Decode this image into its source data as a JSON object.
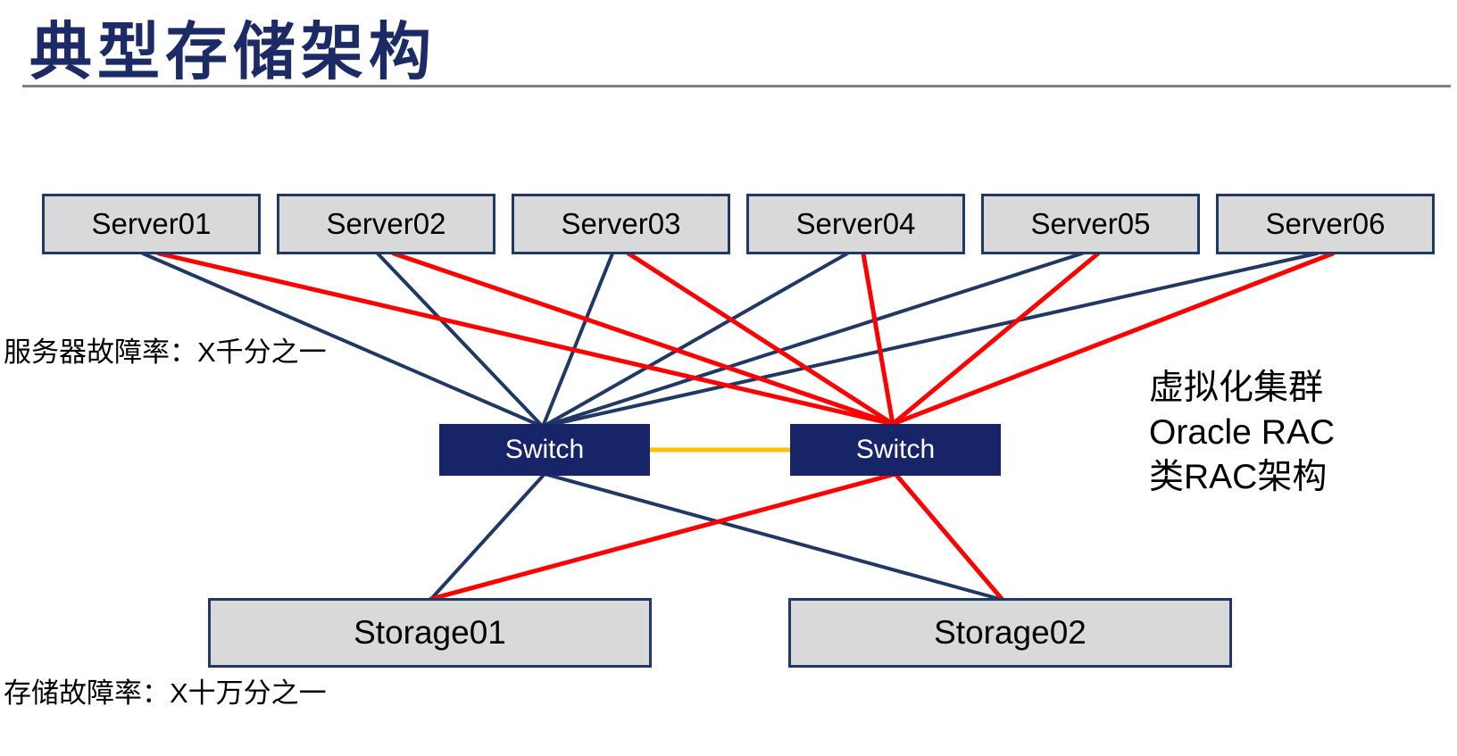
{
  "title": "典型存储架构",
  "colors": {
    "title": "#1C2A66",
    "divider": "#808080",
    "node_fill": "#D9D9D9",
    "node_border": "#1F3864",
    "switch_fill": "#172568",
    "switch_text": "#FFFFFF",
    "link_san_a": "#1F3864",
    "link_san_b": "#FF0000",
    "link_inter_switch": "#FFC000"
  },
  "diagram": {
    "servers": [
      {
        "label": "Server01"
      },
      {
        "label": "Server02"
      },
      {
        "label": "Server03"
      },
      {
        "label": "Server04"
      },
      {
        "label": "Server05"
      },
      {
        "label": "Server06"
      }
    ],
    "switches": [
      {
        "label": "Switch"
      },
      {
        "label": "Switch"
      }
    ],
    "storages": [
      {
        "label": "Storage01"
      },
      {
        "label": "Storage02"
      }
    ],
    "annotations": {
      "server_failure_rate": "服务器故障率：X千分之一",
      "storage_failure_rate": "存储故障率：X十万分之一",
      "cluster_note_lines": [
        "虚拟化集群",
        "Oracle RAC",
        "类RAC架构"
      ]
    },
    "connections": [
      {
        "from": "server-1",
        "to": "switch-1",
        "role": "san_a"
      },
      {
        "from": "server-2",
        "to": "switch-1",
        "role": "san_a"
      },
      {
        "from": "server-3",
        "to": "switch-1",
        "role": "san_a"
      },
      {
        "from": "server-4",
        "to": "switch-1",
        "role": "san_a"
      },
      {
        "from": "server-5",
        "to": "switch-1",
        "role": "san_a"
      },
      {
        "from": "server-6",
        "to": "switch-1",
        "role": "san_a"
      },
      {
        "from": "server-1",
        "to": "switch-2",
        "role": "san_b"
      },
      {
        "from": "server-2",
        "to": "switch-2",
        "role": "san_b"
      },
      {
        "from": "server-3",
        "to": "switch-2",
        "role": "san_b"
      },
      {
        "from": "server-4",
        "to": "switch-2",
        "role": "san_b"
      },
      {
        "from": "server-5",
        "to": "switch-2",
        "role": "san_b"
      },
      {
        "from": "server-6",
        "to": "switch-2",
        "role": "san_b"
      },
      {
        "from": "switch-1",
        "to": "switch-2",
        "role": "isl"
      },
      {
        "from": "switch-1",
        "to": "storage-1",
        "role": "san_a"
      },
      {
        "from": "switch-1",
        "to": "storage-2",
        "role": "san_a"
      },
      {
        "from": "switch-2",
        "to": "storage-1",
        "role": "san_b"
      },
      {
        "from": "switch-2",
        "to": "storage-2",
        "role": "san_b"
      }
    ]
  }
}
